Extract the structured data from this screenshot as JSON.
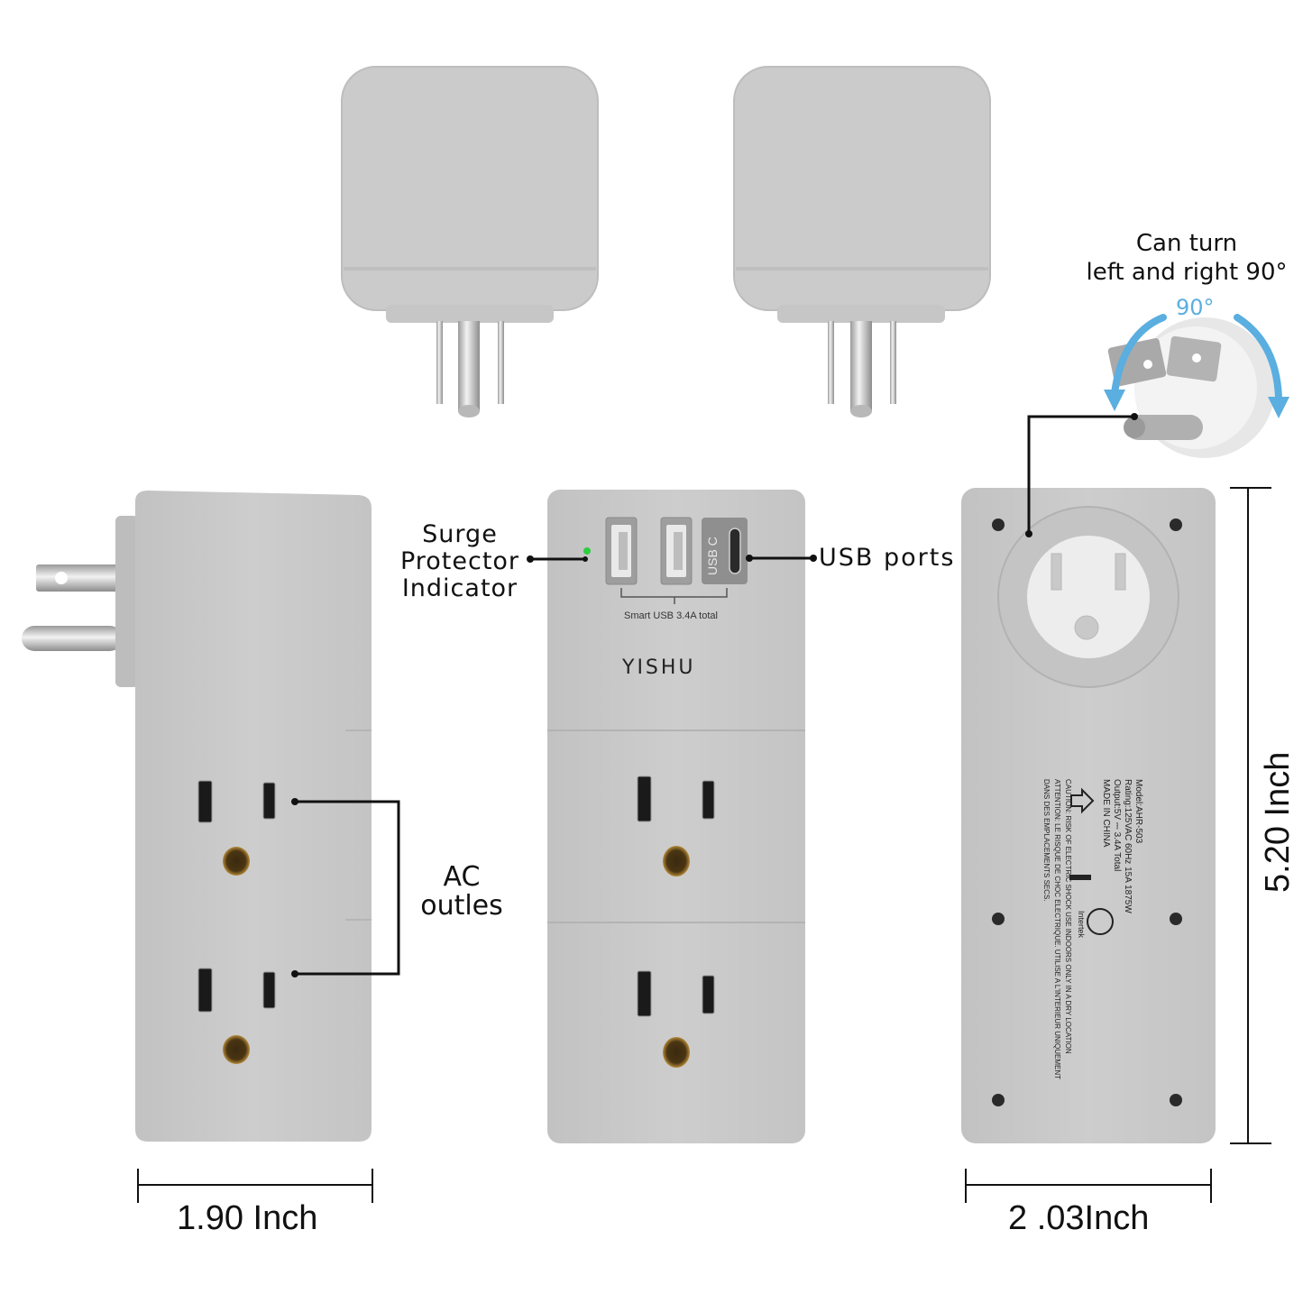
{
  "labels": {
    "rotate_note_line1": "Can turn",
    "rotate_note_line2": "left and right 90°",
    "rotate_degree": "90°",
    "surge_line1": "Surge",
    "surge_line2": "Protector",
    "surge_line3": "Indicator",
    "usb_ports": "USB ports",
    "ac_line1": "AC",
    "ac_line2": "outles",
    "usb_c": "USB C",
    "smart_usb": "Smart USB 3.4A total",
    "brand": "YISHU"
  },
  "dimensions": {
    "width_side": "1.90 Inch",
    "width_back": "2 .03Inch",
    "height": "5.20 Inch"
  },
  "back_label": {
    "lines": [
      "Model:AHR-503",
      "Rating:125VAC 60Hz 15A 1875W",
      "Output:5V ⎓ 3.4A Total",
      "MADE IN CHINA",
      "CAUTION: RISK OF ELECTRIC SHOCK USE INDOORS ONLY IN A DRY LOCATION",
      "ATTENTION: LE RISQUE DE CHOC ELECTRIQUE. UTILISE A L'INTERIEUR UNIQUEMENT",
      "DANS DES EMPLACEMENTS SECS."
    ],
    "certification": "Intertek"
  },
  "colors": {
    "body": "#c9c9c9",
    "body_light": "#d6d6d6",
    "prong": "#cfcfcf",
    "arrow": "#5aaee0",
    "indicator": "#2ecc40",
    "outline": "#111111"
  }
}
